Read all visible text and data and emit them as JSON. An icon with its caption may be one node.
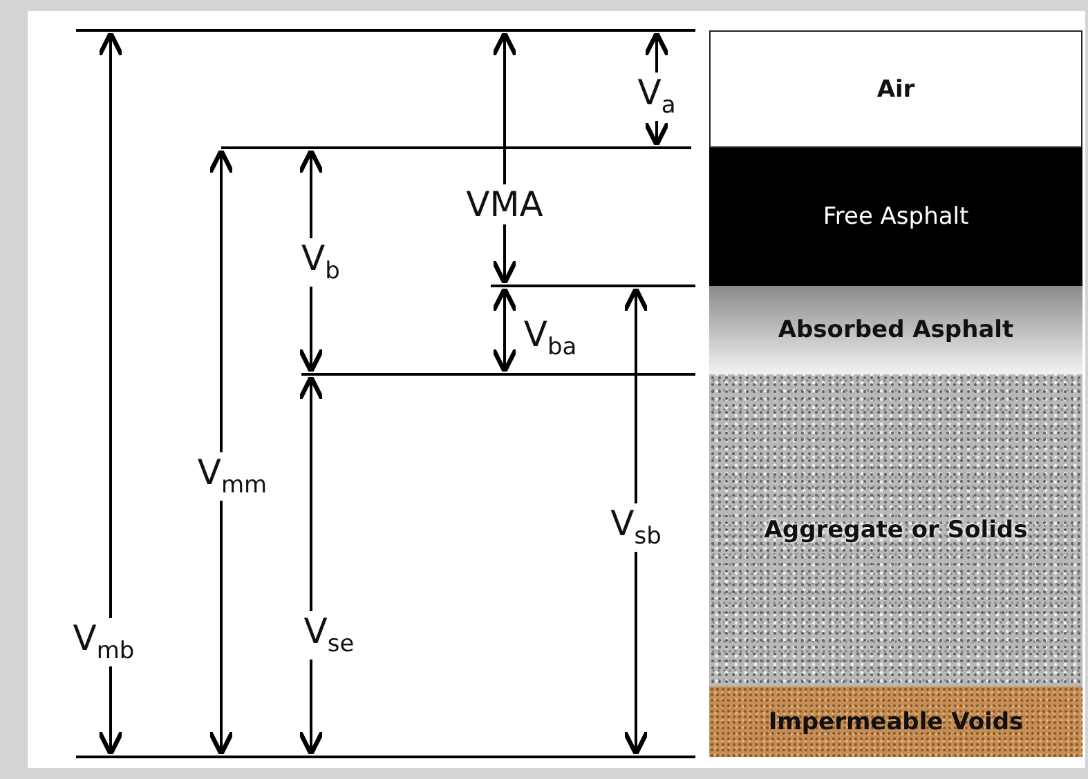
{
  "diagram": {
    "nodes": [
      {
        "text": [
          "Air"
        ]
      },
      {
        "text": [
          "Free Asphalt"
        ]
      },
      {
        "text": [
          "Absorbed Asphalt"
        ]
      },
      {
        "text": [
          "Aggregate or Solids"
        ]
      },
      {
        "text": [
          "Impermeable Voids"
        ]
      }
    ],
    "labels": [
      "V$_{a}$",
      "VMA",
      "V$_{b}$",
      "V$_{ba}$",
      "V$_{mm}$",
      "V$_{sb}$",
      "V$_{mb}$",
      "V$_{se}$"
    ]
  }
}
